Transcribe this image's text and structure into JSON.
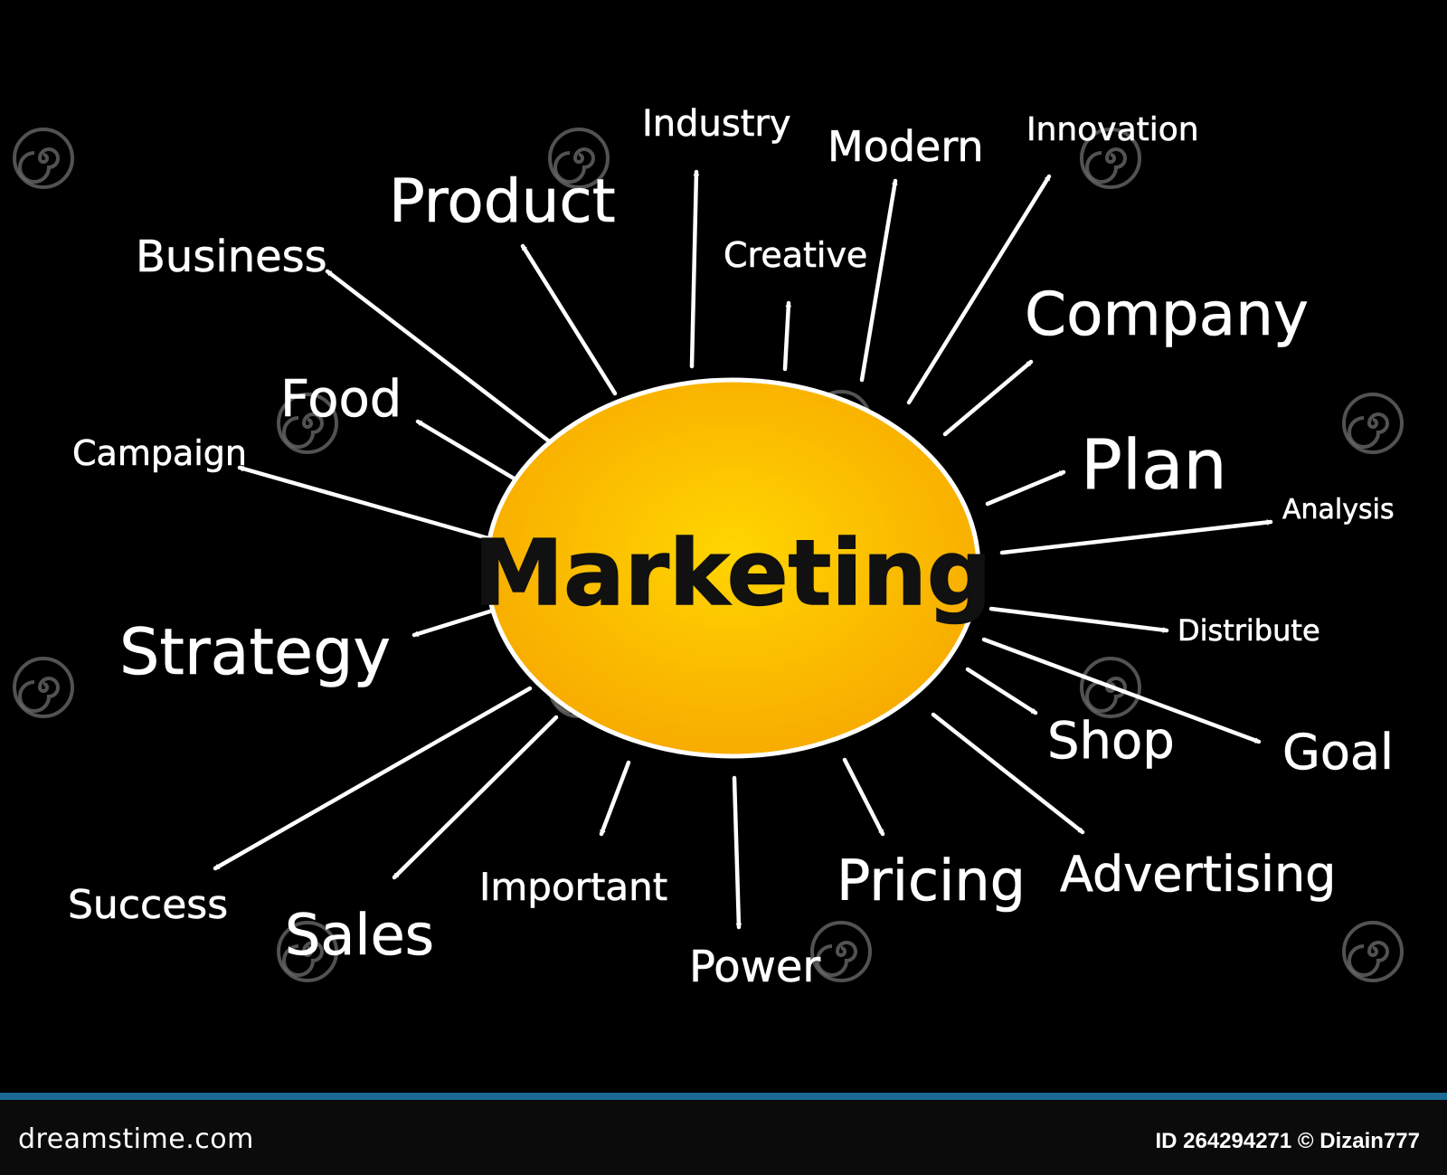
{
  "diagram": {
    "center": {
      "label": "Marketing",
      "color": "#f7a800",
      "highlight": "#ffd500"
    },
    "branches": [
      "Industry",
      "Modern",
      "Innovation",
      "Product",
      "Creative",
      "Business",
      "Company",
      "Food",
      "Plan",
      "Campaign",
      "Analysis",
      "Strategy",
      "Distribute",
      "Shop",
      "Goal",
      "Success",
      "Sales",
      "Important",
      "Power",
      "Pricing",
      "Advertising"
    ]
  },
  "watermark": {
    "text": "dreamstime",
    "icon": "spiral-logo-icon"
  },
  "footer": {
    "brand": "dreamstime.com",
    "credit": "ID 264294271 © Dizain777",
    "accent_color": "#1a6a95"
  }
}
